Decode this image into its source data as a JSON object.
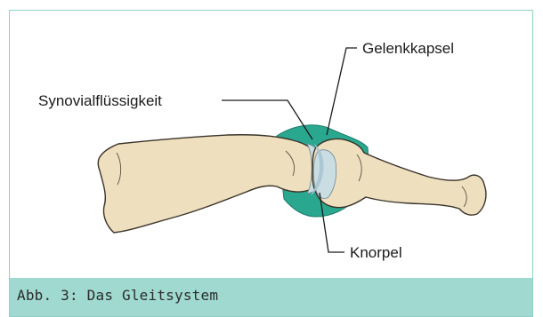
{
  "labels": {
    "synovial_fluid": "Synovialflüssigkeit",
    "joint_capsule": "Gelenkkapsel",
    "cartilage": "Knorpel"
  },
  "caption": "Abb. 3: Das Gleitsystem",
  "colors": {
    "bone": "#eedfbf",
    "bone_outline": "#3a3328",
    "capsule": "#2aa88f",
    "cartilage": "#c9dde3",
    "synovial": "#a9c4d0",
    "caption_bg": "#9fd9d0",
    "frame_border": "#8fcfc7"
  }
}
